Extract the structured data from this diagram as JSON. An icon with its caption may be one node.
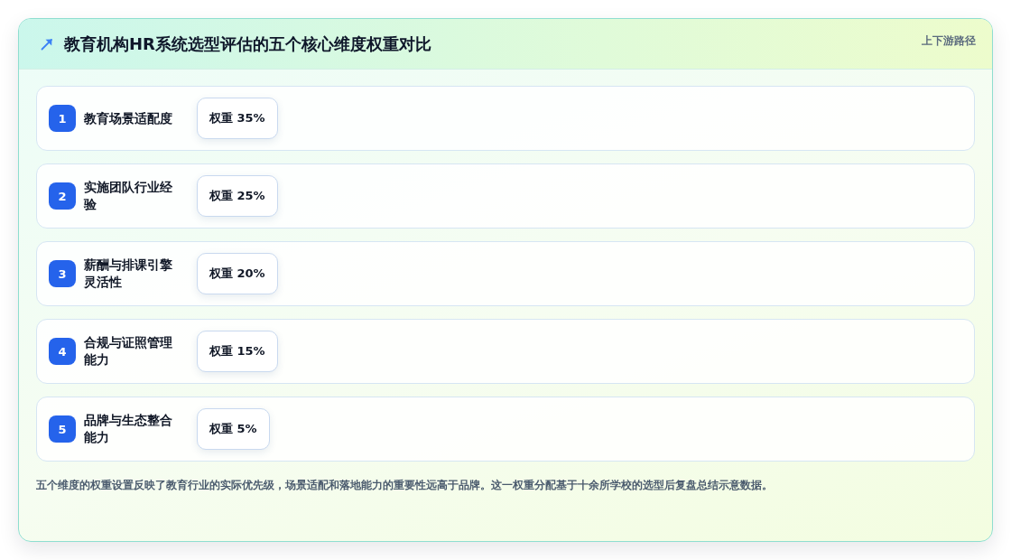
{
  "diagram": {
    "title": "教育机构HR系统选型评估的五个核心维度权重对比",
    "nodes": [
      {
        "text": [
          "教育场景适配度"
        ]
      },
      {
        "text": [
          "1"
        ],
        "in": 0
      },
      {
        "text": [
          "权重 35%"
        ],
        "in": 0
      },
      {
        "text": [
          "实施团队行业经验"
        ]
      },
      {
        "text": [
          "2"
        ],
        "in": 3
      },
      {
        "text": [
          "权重 25%"
        ],
        "in": 3
      },
      {
        "text": [
          "薪酬与排课引擎灵活性"
        ]
      },
      {
        "text": [
          "3"
        ],
        "in": 6
      },
      {
        "text": [
          "权重 20%"
        ],
        "in": 6
      },
      {
        "text": [
          "合规与证照管理能力"
        ]
      },
      {
        "text": [
          "4"
        ],
        "in": 9
      },
      {
        "text": [
          "权重 15%"
        ],
        "in": 9
      },
      {
        "text": [
          "品牌与生态整合能力"
        ]
      },
      {
        "text": [
          "5"
        ],
        "in": 12
      },
      {
        "text": [
          "权重 5%"
        ],
        "in": 12
      }
    ],
    "labels": [
      "上下游路径"
    ],
    "caption": "五个维度的权重设置反映了教育行业的实际优先级，场景适配和落地能力的重要性远高于品牌。这一权重分配基于十余所学校的选型后复盘总结示意数据。"
  }
}
